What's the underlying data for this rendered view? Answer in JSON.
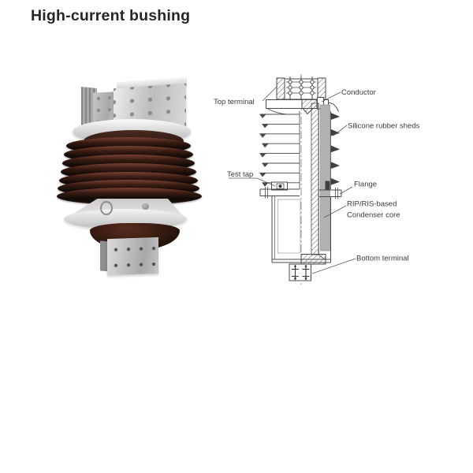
{
  "page": {
    "title": "High-current bushing"
  },
  "colors": {
    "insulator_shed_brown": "#2a140e",
    "metal_terminal_silver": "#c9c9c9",
    "flange_gray": "#e4e4e4",
    "core_fill_gray": "#b2b2b2",
    "diagram_line": "#4a4a4a",
    "label_text": "#3b3b3b"
  },
  "diagram": {
    "labels": {
      "top_terminal": "Top terminal",
      "conductor": "Conductor",
      "silicone_rubber_sheds": "Silicone rubber sheds",
      "test_tap": "Test tap",
      "flange": "Flange",
      "condenser_core_line1": "RIP/RIS-based",
      "condenser_core_line2": "Condenser core",
      "bottom_terminal": "Bottom terminal"
    }
  }
}
